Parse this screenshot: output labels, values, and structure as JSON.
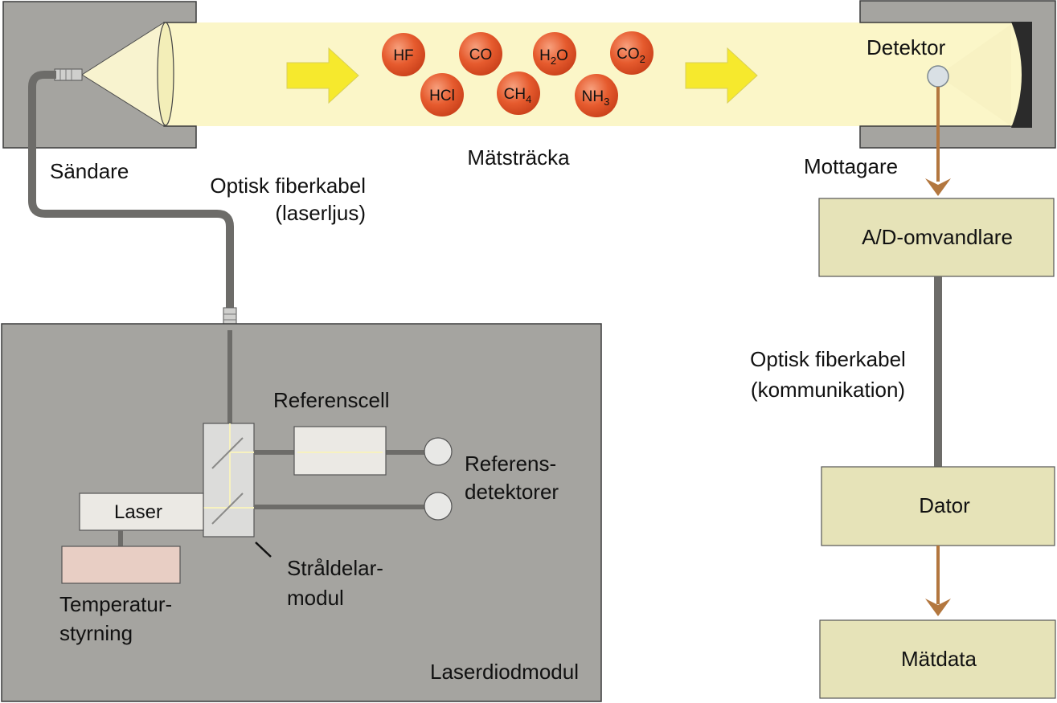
{
  "labels": {
    "transmitter": "Sändare",
    "fiber_laser_line1": "Optisk fiberkabel",
    "fiber_laser_line2": "(laserljus)",
    "measurement_path": "Mätsträcka",
    "detector": "Detektor",
    "receiver": "Mottagare",
    "ad_converter": "A/D-omvandlare",
    "fiber_comm_line1": "Optisk fiberkabel",
    "fiber_comm_line2": "(kommunikation)",
    "computer": "Dator",
    "measurement_data": "Mätdata",
    "reference_cell": "Referenscell",
    "reference_detectors_line1": "Referens-",
    "reference_detectors_line2": "detektorer",
    "laser": "Laser",
    "temperature_line1": "Temperatur-",
    "temperature_line2": "styrning",
    "beamsplitter_line1": "Stråldelar-",
    "beamsplitter_line2": "modul",
    "laser_diode_module": "Laserdiodmodul"
  },
  "molecules": [
    {
      "base": "HF",
      "sub": ""
    },
    {
      "base": "CO",
      "sub": ""
    },
    {
      "base": "H",
      "sub": "2",
      "tail": "O"
    },
    {
      "base": "CO",
      "sub": "2"
    },
    {
      "base": "HCl",
      "sub": ""
    },
    {
      "base": "CH",
      "sub": "4"
    },
    {
      "base": "NH",
      "sub": "3"
    }
  ],
  "colors": {
    "housing": "#a5a4a0",
    "beam": "#fbf6c8",
    "molecule": "#e2572c",
    "signal_arrow": "#b3773f",
    "flow_arrow": "#f6e92d",
    "box_fill": "#e6e3b8",
    "cable": "#6d6c69",
    "temperature_box": "#e8cec4"
  }
}
